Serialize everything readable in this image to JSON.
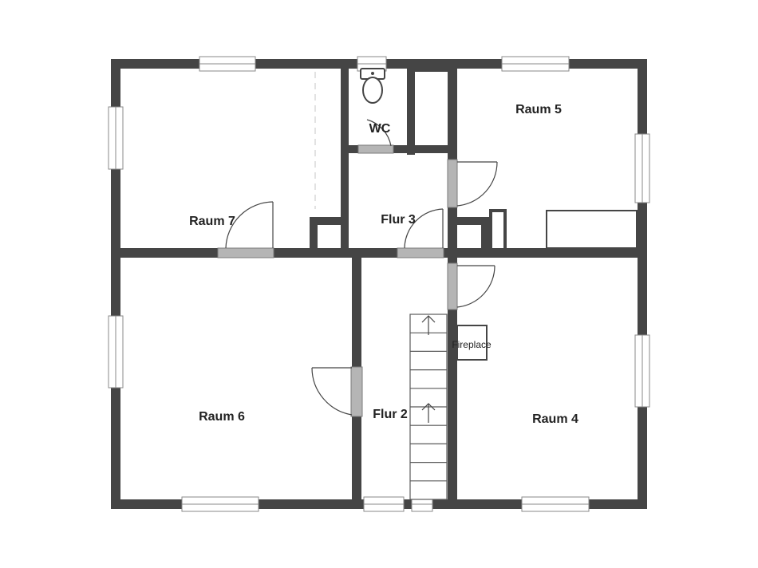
{
  "rooms": {
    "raum7": "Raum 7",
    "wc": "WC",
    "flur3": "Flur 3",
    "raum5": "Raum 5",
    "raum6": "Raum 6",
    "flur2": "Flur 2",
    "fireplace": "Fireplace",
    "raum4": "Raum 4"
  },
  "colors": {
    "wall": "#454545",
    "door": "#b5b5b5",
    "background": "#ffffff"
  }
}
